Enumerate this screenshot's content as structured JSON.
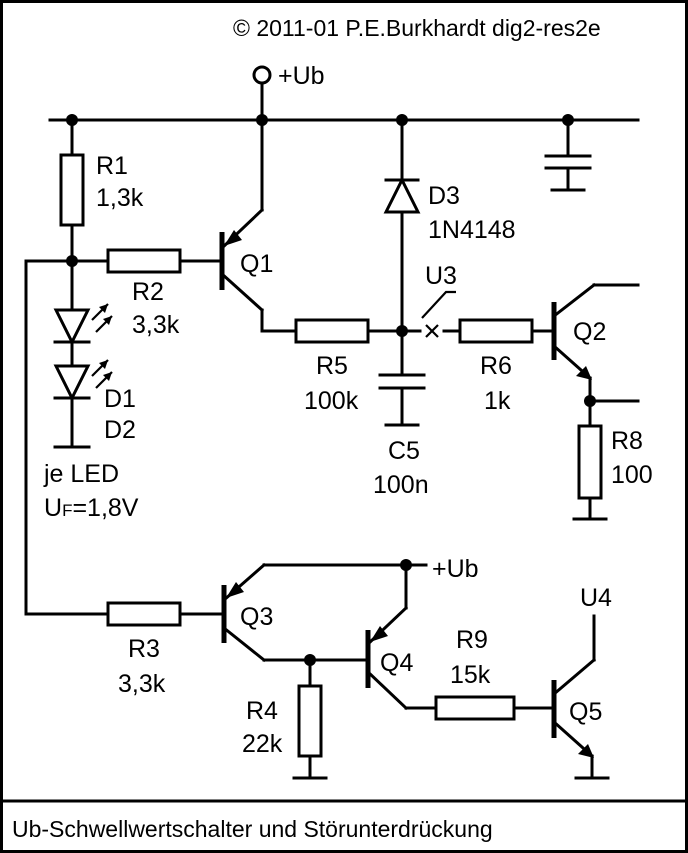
{
  "copyright": "© 2011-01 P.E.Burkhardt dig2-res2e",
  "footer_title": "Ub-Schwellwertschalter und Störunterdrückung",
  "supply": {
    "top": "+Ub",
    "bottom": "+Ub"
  },
  "components": {
    "R1": {
      "name": "R1",
      "value": "1,3k"
    },
    "R2": {
      "name": "R2",
      "value": "3,3k"
    },
    "R3": {
      "name": "R3",
      "value": "3,3k"
    },
    "R4": {
      "name": "R4",
      "value": "22k"
    },
    "R5": {
      "name": "R5",
      "value": "100k"
    },
    "R6": {
      "name": "R6",
      "value": "1k"
    },
    "R8": {
      "name": "R8",
      "value": "100"
    },
    "R9": {
      "name": "R9",
      "value": "15k"
    },
    "C5": {
      "name": "C5",
      "value": "100n"
    },
    "D3": {
      "name": "D3",
      "value": "1N4148"
    },
    "D1": {
      "name": "D1"
    },
    "D2": {
      "name": "D2"
    },
    "Q1": {
      "name": "Q1"
    },
    "Q2": {
      "name": "Q2"
    },
    "Q3": {
      "name": "Q3"
    },
    "Q4": {
      "name": "Q4"
    },
    "Q5": {
      "name": "Q5"
    }
  },
  "led_note": {
    "line1": "je LED",
    "uf_main": "U",
    "uf_sub": "F",
    "uf_value": "=1,8V"
  },
  "nodes": {
    "U3": "U3",
    "U4": "U4"
  }
}
